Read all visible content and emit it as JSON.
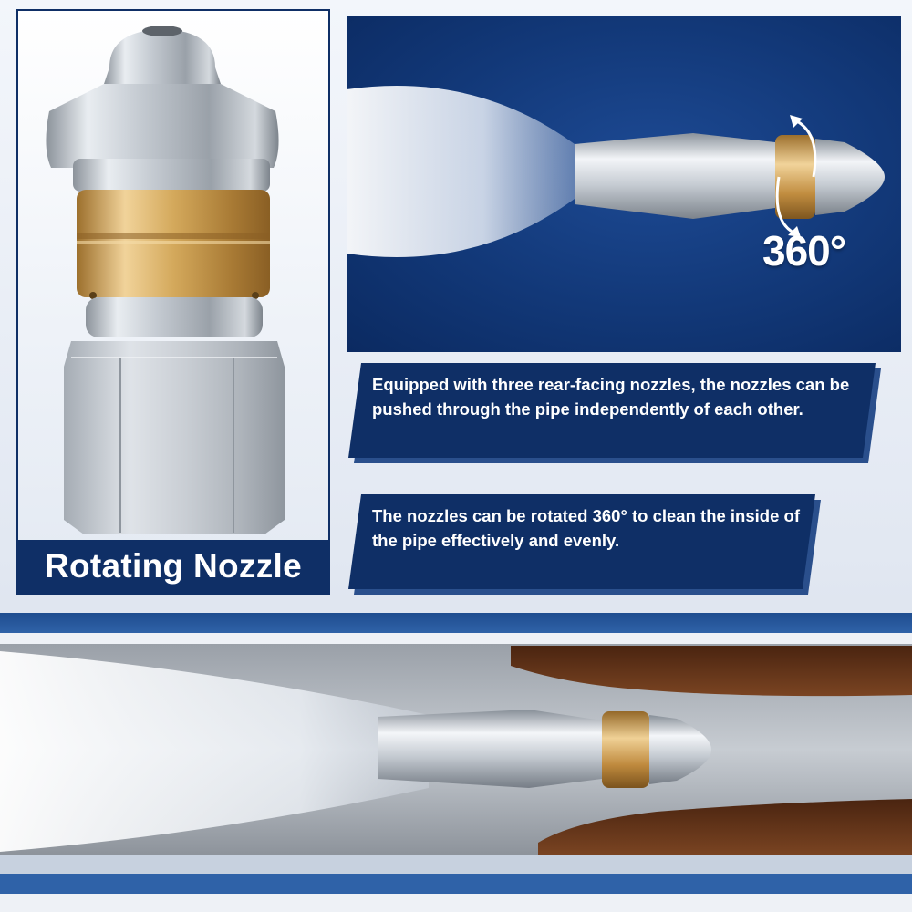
{
  "product_panel": {
    "title": "Rotating Nozzle"
  },
  "spin_photo": {
    "rotation_label": "360°"
  },
  "features": [
    {
      "text": "Equipped with three rear-facing nozzles, the nozzles can be pushed through the pipe independently of each other."
    },
    {
      "text": "The nozzles can be rotated 360° to clean the inside of the pipe effectively and evenly."
    }
  ],
  "colors": {
    "navy": "#0f2f66",
    "blue": "#2f62a8",
    "brass": "#c89a4e",
    "steel": "#b8bec6",
    "debris": "#6b3a1e"
  }
}
